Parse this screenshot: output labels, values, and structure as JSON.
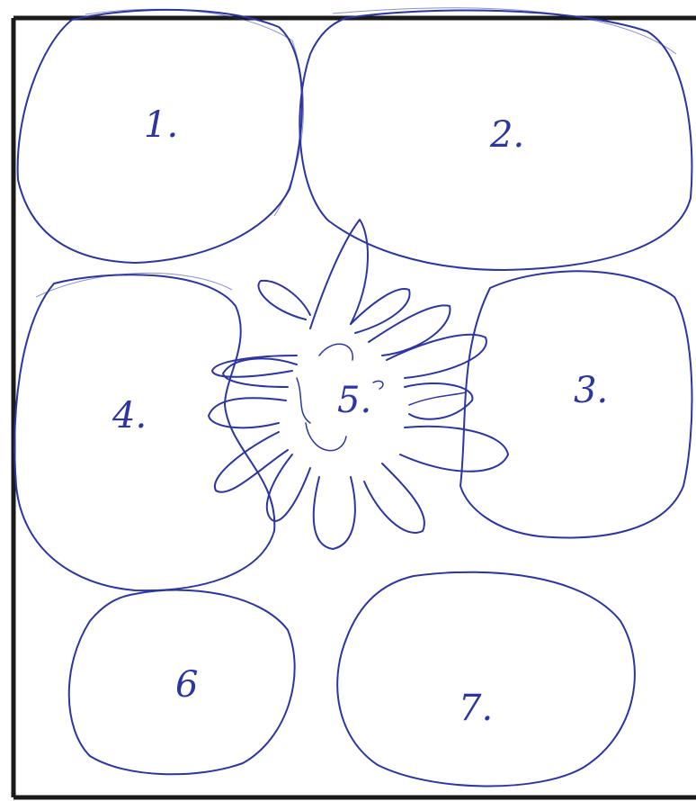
{
  "pen_color": "#2b35a5",
  "frame_color": "#1a1a1a",
  "paper_color": "#ffffff",
  "regions": [
    {
      "id": "1",
      "label": "1."
    },
    {
      "id": "2",
      "label": "2."
    },
    {
      "id": "3",
      "label": "3."
    },
    {
      "id": "4",
      "label": "4."
    },
    {
      "id": "5",
      "label": "5."
    },
    {
      "id": "6",
      "label": "6"
    },
    {
      "id": "7",
      "label": "7."
    }
  ]
}
